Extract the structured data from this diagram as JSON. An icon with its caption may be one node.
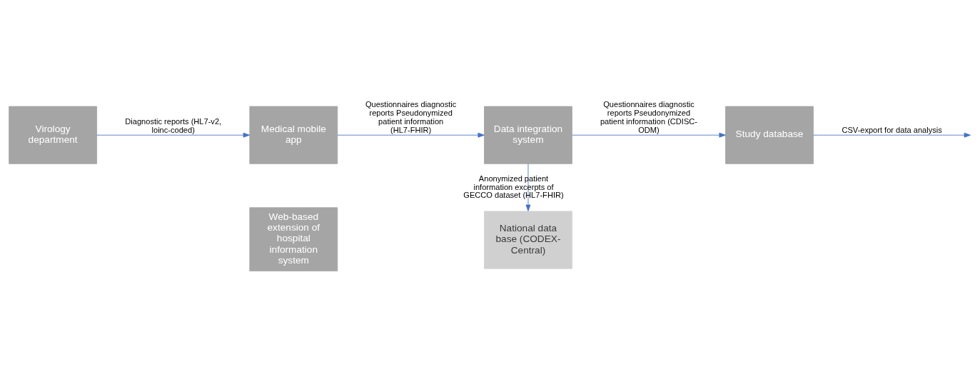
{
  "diagram": {
    "nodes": [
      {
        "text": [
          "Virology department"
        ]
      },
      {
        "text": [
          "Medical mobile app"
        ]
      },
      {
        "text": [
          "Web-based extension of hospital information system"
        ]
      },
      {
        "text": [
          "National data base (CODEX-Central)"
        ]
      },
      {
        "text": [
          "Data integration system"
        ]
      },
      {
        "text": [
          "Study database"
        ]
      }
    ],
    "edges": [
      {
        "from": 0,
        "to": 1,
        "arrow": "to",
        "label": "Diagnostic reports (HL7-v2, loinc-coded)"
      },
      {
        "from": 1,
        "to": 4,
        "arrow": "to",
        "label": "Questionnaires diagnostic reports Pseudonymized patient information (HL7-FHIR)"
      },
      {
        "from": 4,
        "to": 3,
        "arrow": "to",
        "label": "Anonymized patient information excerpts of GECCO dataset (HL7-FHIR)"
      },
      {
        "from": 4,
        "to": 5,
        "arrow": "to",
        "label": "Questionnaires diagnostic reports Pseudonymized patient information (CDISC-ODM)"
      },
      {
        "from": 5,
        "to": null,
        "arrow": "to",
        "label": "CSV-export for data analysis"
      }
    ]
  }
}
